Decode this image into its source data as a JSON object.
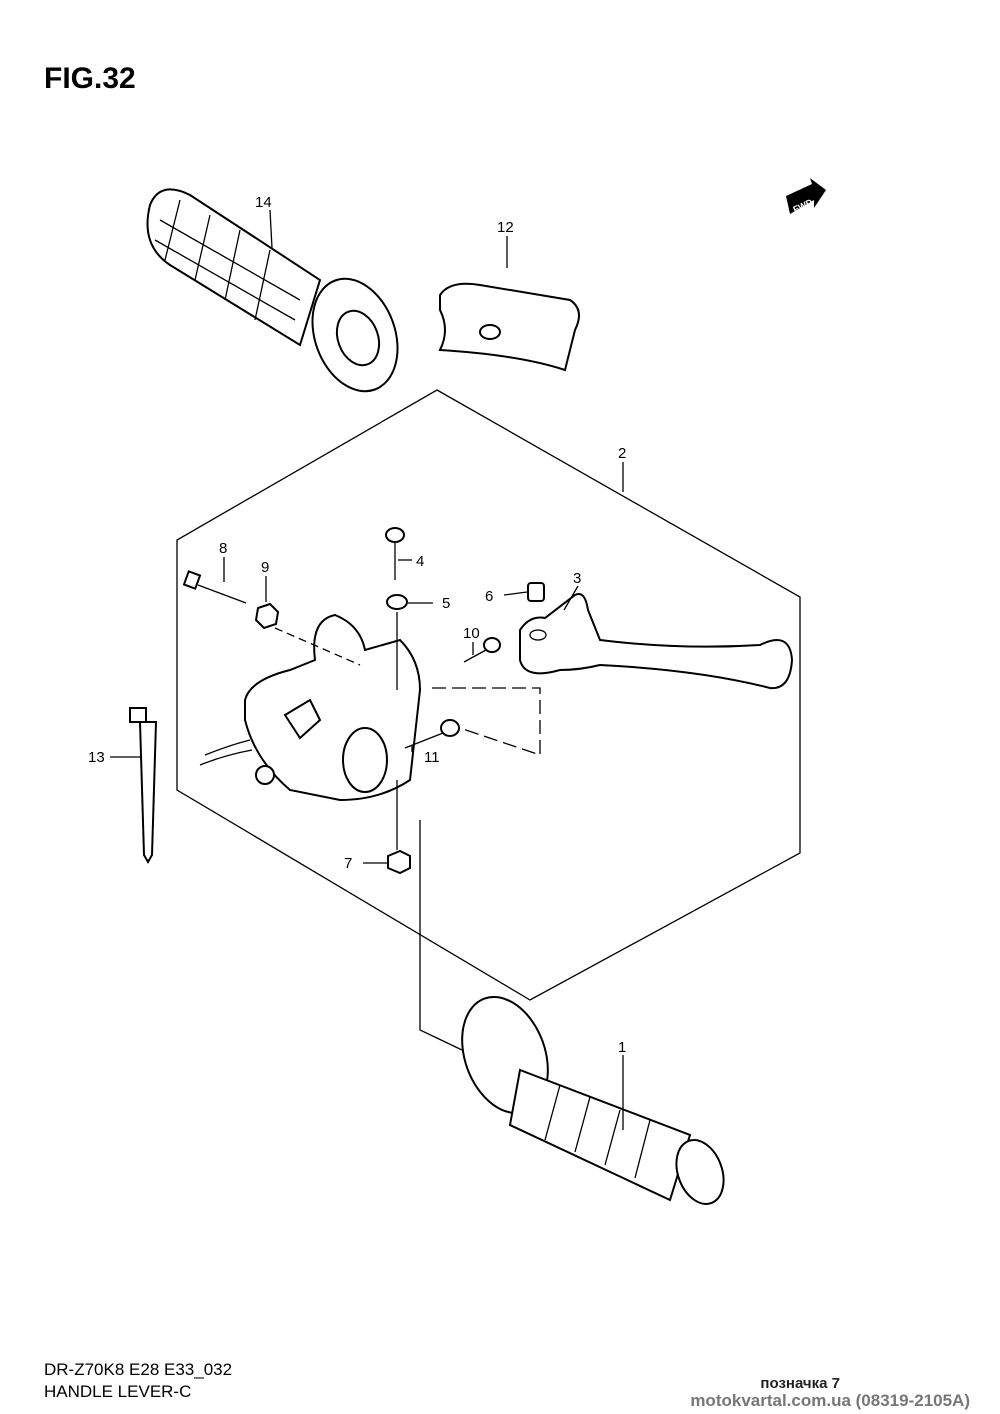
{
  "figure_title": "FIG.32",
  "fwd_label": "FWD",
  "callouts": {
    "p1": "1",
    "p2": "2",
    "p3": "3",
    "p4": "4",
    "p5": "5",
    "p6": "6",
    "p7": "7",
    "p8": "8",
    "p9": "9",
    "p10": "10",
    "p11": "11",
    "p12": "12",
    "p13": "13",
    "p14": "14"
  },
  "footer": {
    "model_code": "DR-Z70K8 E28 E33_032",
    "part_group": "HANDLE LEVER-C"
  },
  "watermark": {
    "line1": "позначка 7",
    "line2": "motokvartal.com.ua (08319-2105A)"
  }
}
